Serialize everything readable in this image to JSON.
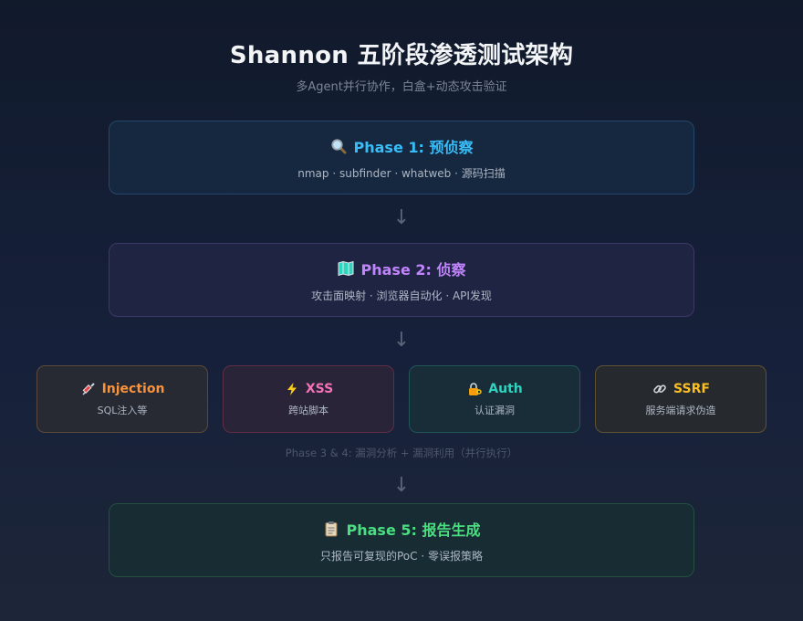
{
  "header": {
    "title": "Shannon 五阶段渗透测试架构",
    "subtitle": "多Agent并行协作，白盒+动态攻击验证"
  },
  "phases": [
    {
      "icon": "magnifier-icon",
      "title": "Phase 1: 预侦察",
      "desc": "nmap · subfinder · whatweb · 源码扫描",
      "color": "#38bdf8"
    },
    {
      "icon": "map-book-icon",
      "title": "Phase 2: 侦察",
      "desc": "攻击面映射 · 浏览器自动化 · API发现",
      "color": "#c084fc"
    },
    {
      "icon": "clipboard-icon",
      "title": "Phase 5: 报告生成",
      "desc": "只报告可复现的PoC · 零误报策略",
      "color": "#4ade80"
    }
  ],
  "vulns": [
    {
      "icon": "syringe-icon",
      "title": "Injection",
      "desc": "SQL注入等",
      "color": "#fb923c"
    },
    {
      "icon": "lightning-icon",
      "title": "XSS",
      "desc": "跨站脚本",
      "color": "#f472b6"
    },
    {
      "icon": "lock-key-icon",
      "title": "Auth",
      "desc": "认证漏洞",
      "color": "#2dd4bf"
    },
    {
      "icon": "link-icon",
      "title": "SSRF",
      "desc": "服务端请求伪造",
      "color": "#fbbf24"
    }
  ],
  "parallel_note": "Phase 3 & 4: 漏洞分析 + 漏洞利用（并行执行）",
  "arrow": "↓"
}
